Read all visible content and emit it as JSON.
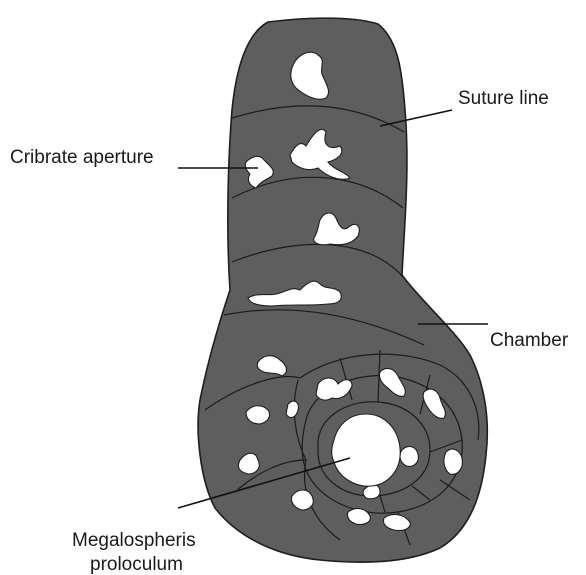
{
  "labels": {
    "suture_line": "Suture line",
    "cribrate_aperture": "Cribrate aperture",
    "chamber": "Chamber",
    "megalospheris_line1": "Megalospheris",
    "megalospheris_line2": "proloculum"
  },
  "colors": {
    "test_fill": "#5e5e5e",
    "outline": "#1e1e1e",
    "aperture_fill": "#ffffff"
  }
}
